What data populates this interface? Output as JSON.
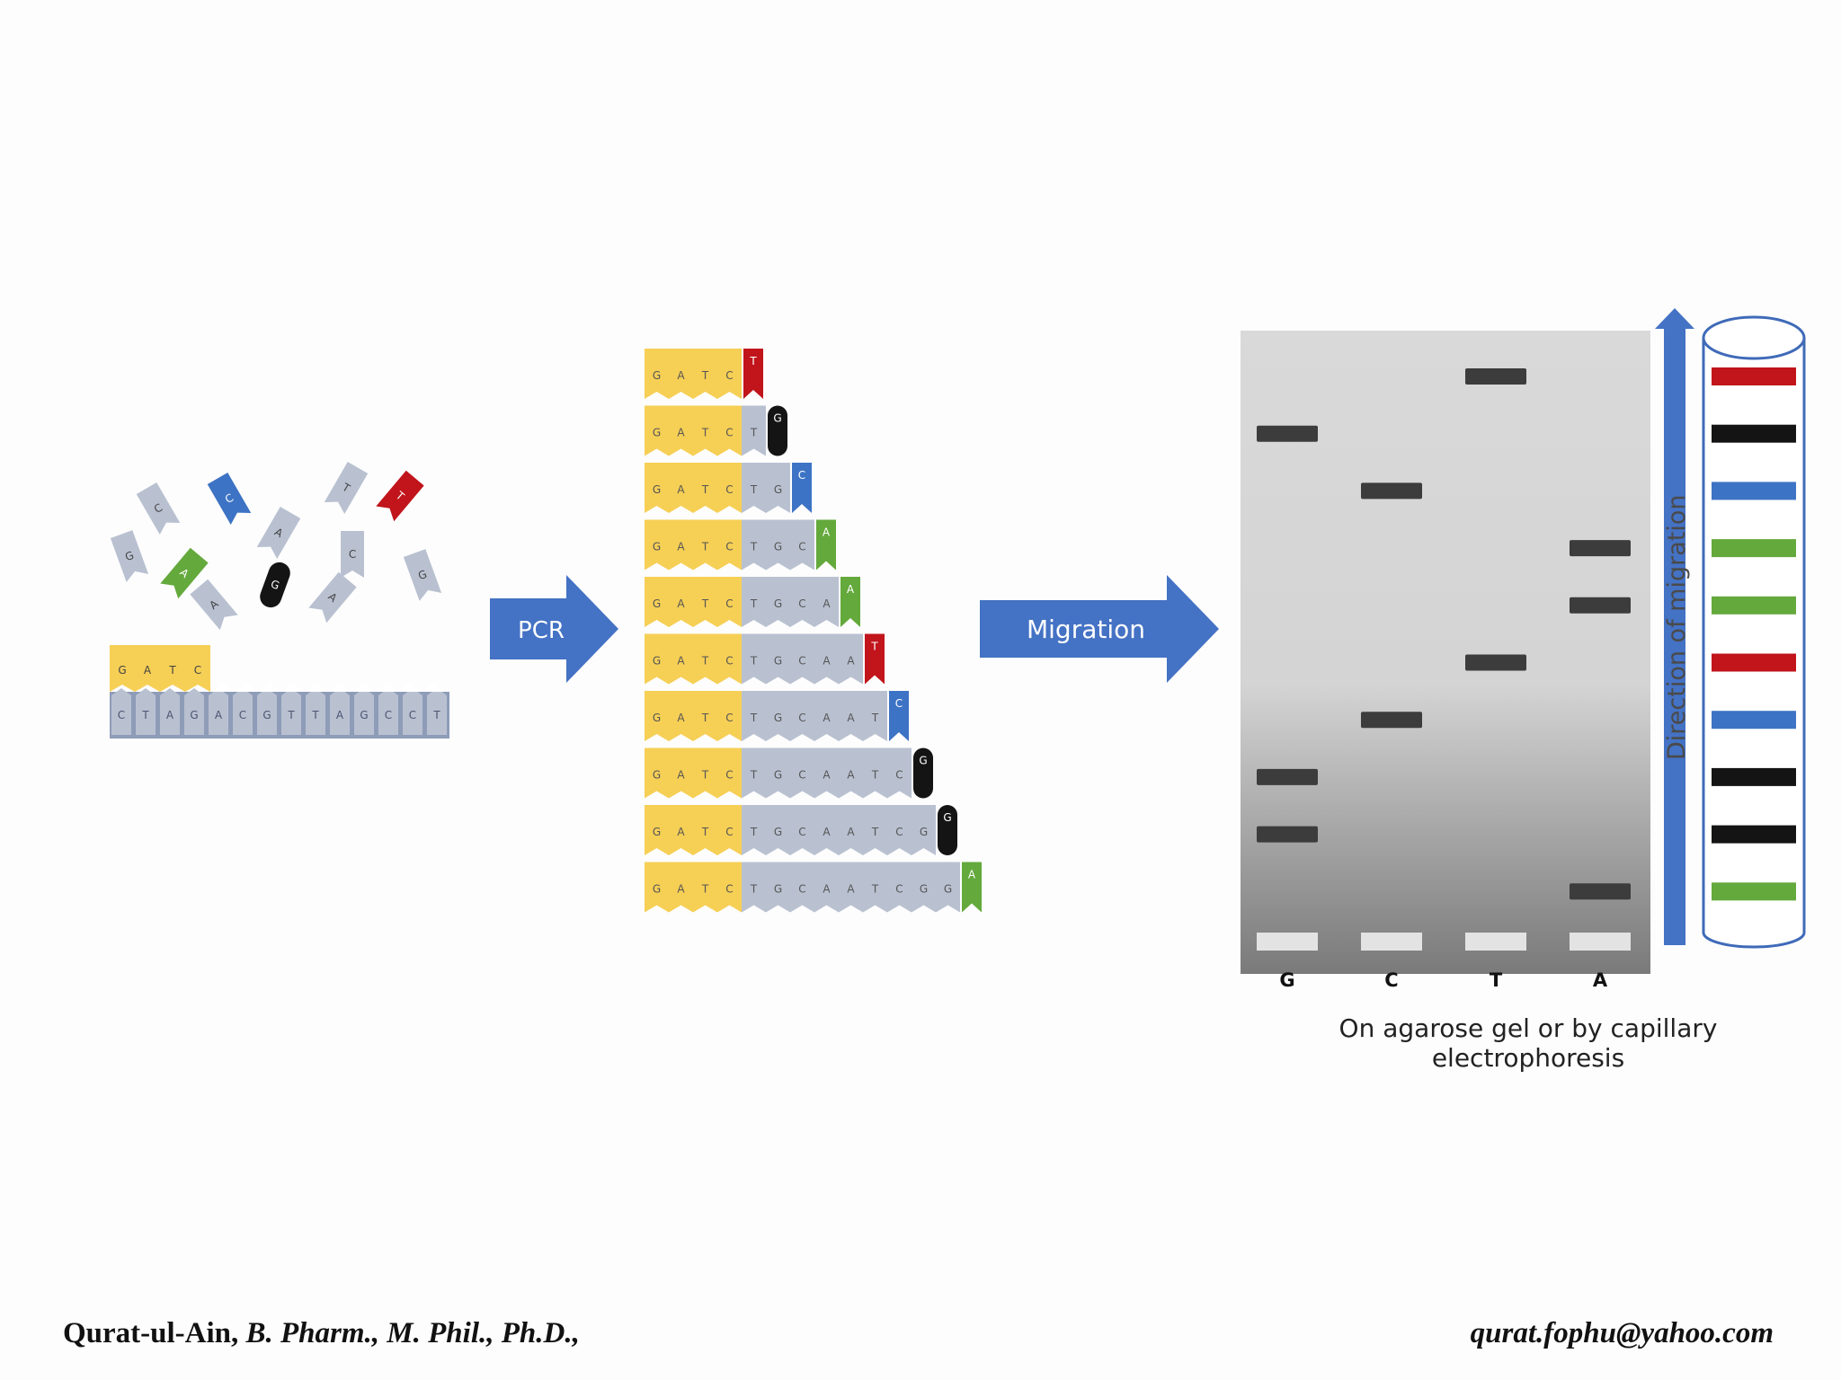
{
  "colors": {
    "primer": "#f6cf55",
    "template": "#8e9cb8",
    "template_light": "#b9c1d1",
    "T": "#c1141b",
    "G": "#141414",
    "C": "#3d73c4",
    "A": "#64a93c",
    "arrow": "#4472c4",
    "band": "#3c3c3c",
    "well": "#e3e3e3"
  },
  "free_nucleotides": [
    {
      "base": "C",
      "type": "plain"
    },
    {
      "base": "C",
      "type": "ddC"
    },
    {
      "base": "T",
      "type": "plain"
    },
    {
      "base": "T",
      "type": "ddT"
    },
    {
      "base": "G",
      "type": "plain"
    },
    {
      "base": "A",
      "type": "plain"
    },
    {
      "base": "C",
      "type": "plain"
    },
    {
      "base": "G",
      "type": "plain"
    },
    {
      "base": "A",
      "type": "ddA"
    },
    {
      "base": "G",
      "type": "ddG"
    },
    {
      "base": "A",
      "type": "plain"
    },
    {
      "base": "A",
      "type": "plain"
    }
  ],
  "primer_bases": [
    "G",
    "A",
    "T",
    "C"
  ],
  "template_strand": [
    "C",
    "T",
    "A",
    "G",
    "A",
    "C",
    "G",
    "T",
    "T",
    "A",
    "G",
    "C",
    "C",
    "T"
  ],
  "pcr_label": "PCR",
  "migration_label": "Migration",
  "fragments": [
    {
      "synth": [],
      "term": "T"
    },
    {
      "synth": [
        "T"
      ],
      "term": "G"
    },
    {
      "synth": [
        "T",
        "G"
      ],
      "term": "C"
    },
    {
      "synth": [
        "T",
        "G",
        "C"
      ],
      "term": "A"
    },
    {
      "synth": [
        "T",
        "G",
        "C",
        "A"
      ],
      "term": "A"
    },
    {
      "synth": [
        "T",
        "G",
        "C",
        "A",
        "A"
      ],
      "term": "T"
    },
    {
      "synth": [
        "T",
        "G",
        "C",
        "A",
        "A",
        "T"
      ],
      "term": "C"
    },
    {
      "synth": [
        "T",
        "G",
        "C",
        "A",
        "A",
        "T",
        "C"
      ],
      "term": "G"
    },
    {
      "synth": [
        "T",
        "G",
        "C",
        "A",
        "A",
        "T",
        "C",
        "G"
      ],
      "term": "G"
    },
    {
      "synth": [
        "T",
        "G",
        "C",
        "A",
        "A",
        "T",
        "C",
        "G",
        "G"
      ],
      "term": "A"
    }
  ],
  "gel": {
    "lanes": [
      "G",
      "C",
      "T",
      "A"
    ],
    "bands": [
      {
        "lane": "T",
        "length": 1
      },
      {
        "lane": "G",
        "length": 2
      },
      {
        "lane": "C",
        "length": 3
      },
      {
        "lane": "A",
        "length": 4
      },
      {
        "lane": "A",
        "length": 5
      },
      {
        "lane": "T",
        "length": 6
      },
      {
        "lane": "C",
        "length": 7
      },
      {
        "lane": "G",
        "length": 8
      },
      {
        "lane": "G",
        "length": 9
      },
      {
        "lane": "A",
        "length": 10
      }
    ]
  },
  "direction_label": "Direction of migration",
  "capillary_bands": [
    "T",
    "G",
    "C",
    "A",
    "A",
    "T",
    "C",
    "G",
    "G",
    "A"
  ],
  "caption": "On agarose gel or by capillary electrophoresis",
  "footer": {
    "name": "Qurat-ul-Ain,",
    "credentials": "B. Pharm., M. Phil., Ph.D.,",
    "email": "qurat.fophu@yahoo.com"
  }
}
